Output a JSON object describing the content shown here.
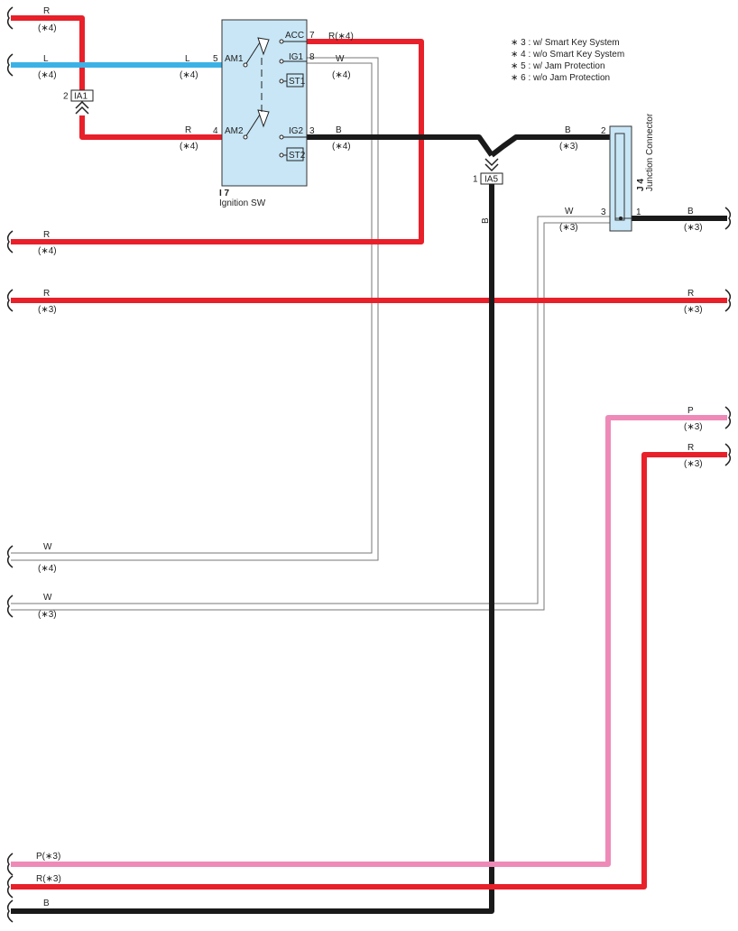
{
  "colors": {
    "red": "#e8202a",
    "blue": "#3bb2e6",
    "black": "#1a1a1a",
    "pink": "#ee8ab8",
    "white_wire": "#ffffff",
    "component_fill": "#c8e6f5"
  },
  "legend": [
    "∗ 3 : w/ Smart Key System",
    "∗ 4 : w/o Smart Key System",
    "∗ 5 : w/ Jam Protection",
    "∗ 6 : w/o Jam Protection"
  ],
  "ignition_switch": {
    "id": "I 7",
    "name": "Ignition SW",
    "terminals_left": [
      "AM1",
      "AM2"
    ],
    "terminals_right": [
      "ACC",
      "IG1",
      "ST1",
      "IG2",
      "ST2"
    ],
    "pins": {
      "acc": "7",
      "ig1": "8",
      "am1": "5",
      "am2": "4",
      "ig2": "3"
    }
  },
  "junction_connector": {
    "id": "J 4",
    "name": "Junction Connector",
    "pins": {
      "p2": "2",
      "p3": "3",
      "p1": "1"
    }
  },
  "connectors": {
    "ia1": {
      "id": "IA1",
      "pin": "2"
    },
    "ia5": {
      "id": "IA5",
      "pin": "1"
    }
  },
  "wire_labels": {
    "r": "R",
    "l": "L",
    "w": "W",
    "b": "B",
    "p": "P",
    "r4": "R(∗4)",
    "p3": "P(∗3)",
    "r3": "R(∗3)",
    "n3": "(∗3)",
    "n4": "(∗4)"
  }
}
